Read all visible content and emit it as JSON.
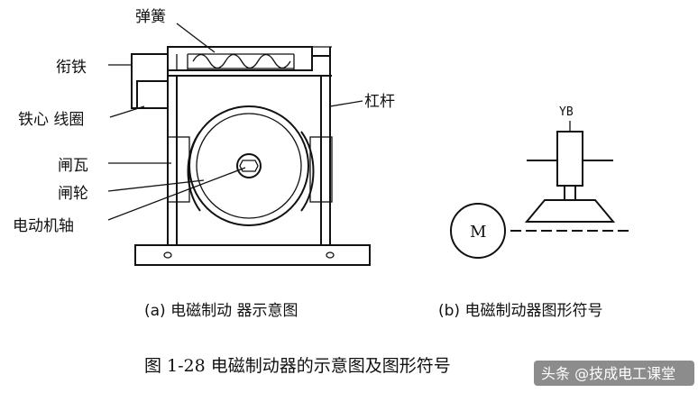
{
  "labels": {
    "spring": "弹簧",
    "armature": "衔铁",
    "core_coil": "铁心 线圈",
    "brake_shoe": "闸瓦",
    "brake_wheel": "闸轮",
    "motor_shaft": "电动机轴",
    "lever": "杠杆",
    "yb": "YB",
    "motor": "M"
  },
  "captions": {
    "sub_a": "(a)  电磁制动 器示意图",
    "sub_b": "(b)  电磁制动器图形符号",
    "main": "图 1-28   电磁制动器的示意图及图形符号"
  },
  "watermark": "头条 @技成电工课堂"
}
